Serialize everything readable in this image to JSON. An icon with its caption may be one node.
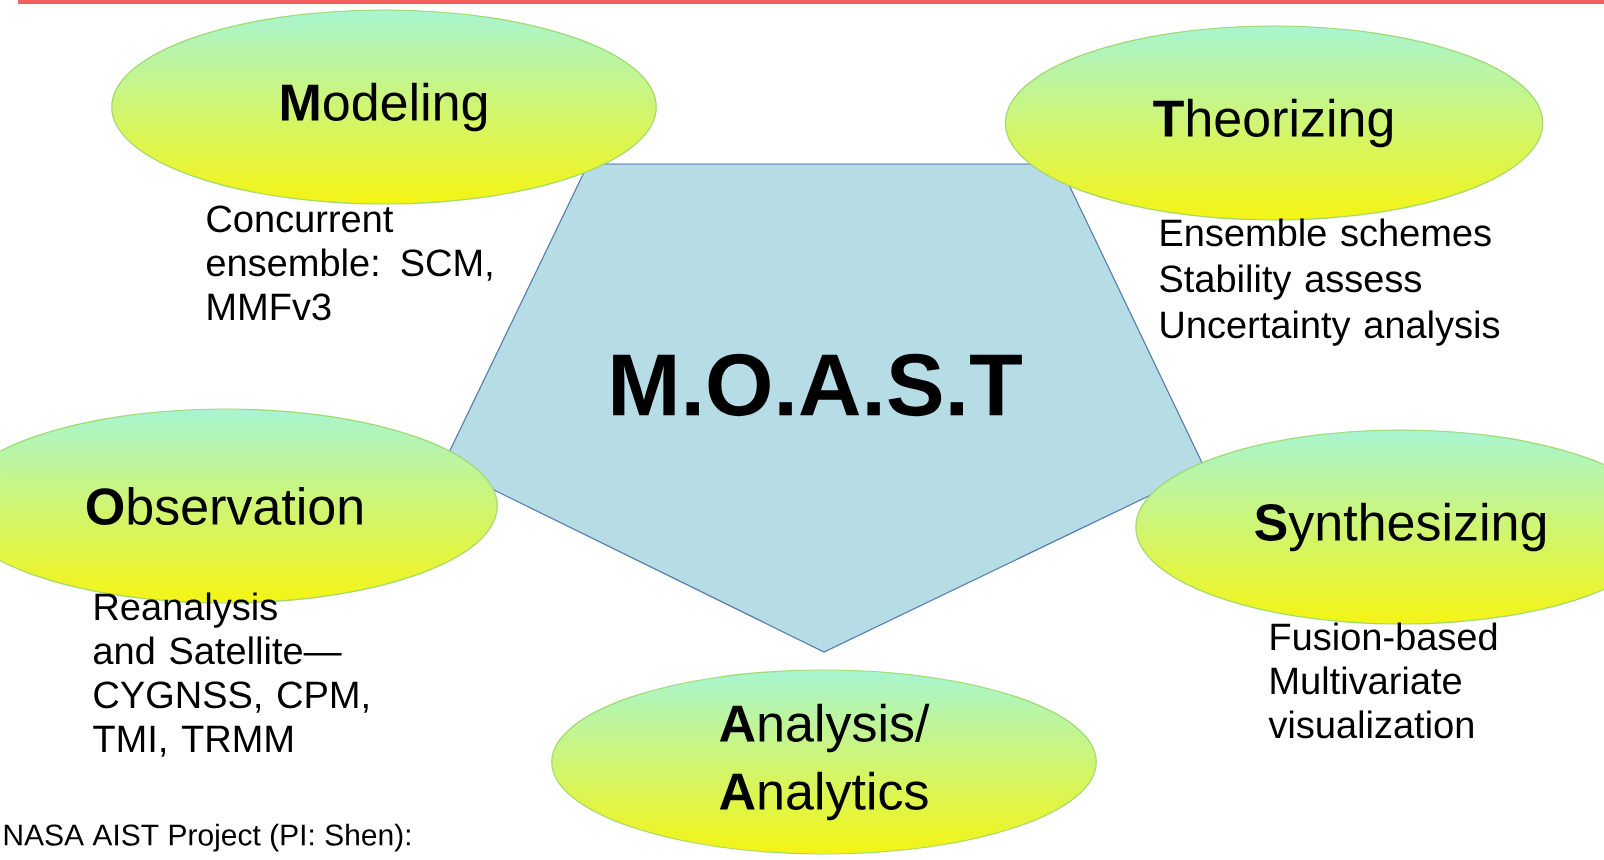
{
  "diagram": {
    "nodes": [
      {
        "text": [
          "M.O.A.S.T"
        ]
      },
      {
        "text": [
          "**M**odeling"
        ],
        "beside": [
          "Concurrent ensemble: SCM, MMFv3"
        ]
      },
      {
        "text": [
          "**T**heorizing"
        ],
        "beside": [
          "Ensemble schemes",
          "Stability assess",
          "Uncertainty analysis"
        ]
      },
      {
        "text": [
          "**O**bservation"
        ],
        "beside": [
          "Reanalysis  and Satellite—CYGNSS, CPM, TMI, TRMM"
        ]
      },
      {
        "text": [
          "**S**ynthesizing"
        ],
        "beside": [
          "Fusion-based Multivariate visualization"
        ]
      },
      {
        "text": [
          "**A**nalysis/ **A**nalytics"
        ]
      }
    ],
    "edges": [],
    "labels": [
      "NASA AIST Project (PI: Shen):"
    ]
  }
}
